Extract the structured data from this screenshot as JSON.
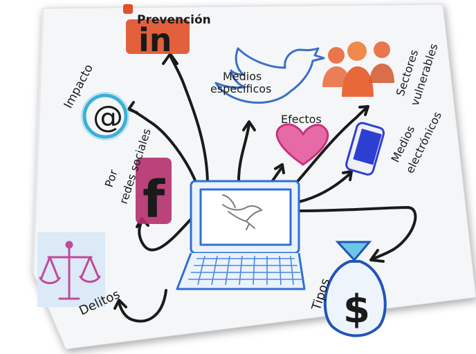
{
  "labels": {
    "prevencion": "Prevención",
    "impacto": "Impacto",
    "medios_1": "Medios",
    "medios_2": "específicos",
    "sectores_1": "Sectores",
    "sectores_2": "vulnerables",
    "efectos": "Efectos",
    "por_1": "Por",
    "por_2": "redes sociales",
    "electronicos_1": "Medios",
    "electronicos_2": "electrónicos",
    "delitos": "Delitos",
    "tipos": "Tipos",
    "linkedin_glyph": "in",
    "facebook_glyph": "f",
    "at_glyph": "@",
    "dollar_glyph": "$"
  },
  "colors": {
    "linkedin": "#e0522a",
    "email": "#3ab0d8",
    "twitter": "#3a6fc7",
    "people": "#e8683a",
    "heart": "#c8327a",
    "facebook": "#b5306e",
    "phone": "#2d3fd0",
    "laptop": "#2f6fd6",
    "scale": "#c04a9a",
    "money": "#2055b8",
    "arrow": "#1a1a1a"
  }
}
